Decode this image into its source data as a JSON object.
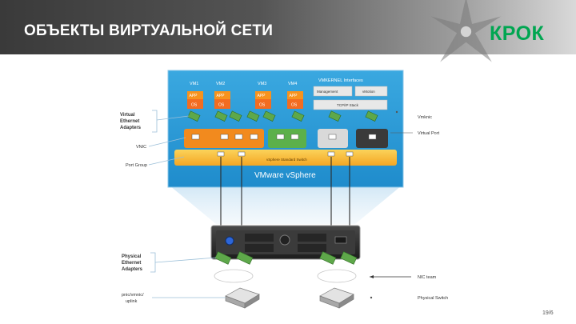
{
  "header": {
    "title": "ОБЪЕКТЫ ВИРТУАЛЬНОЙ СЕТИ",
    "logo_text": "КРОК"
  },
  "diagram": {
    "vm_labels": [
      "VM1",
      "VM2",
      "VM3",
      "VM4"
    ],
    "app_label": "APP",
    "os_label": "OS",
    "vmkernel_title": "VMKERNEL Interfaces",
    "management_label": "Management",
    "vmotion_label": "vMotion",
    "tcpip_label": "TCP/IP Stack",
    "vswitch_label": "vSphere Standard Switch",
    "vsphere_label": "VMware vSphere",
    "left_labels": {
      "virtual_ethernet": [
        "Virtual",
        "Ethernet",
        "Adapters"
      ],
      "vnic": "VNIC",
      "port_group": "Port Group",
      "physical_ethernet": [
        "Physical",
        "Ethernet",
        "Adapters"
      ],
      "pnic": [
        "pnic/vmnic/",
        "uplink"
      ]
    },
    "right_labels": {
      "vmknic": "Vmknic",
      "virtual_port": "Virtual Port",
      "nic_team": "NIC team",
      "physical_switch": "Physical Switch"
    }
  },
  "footer": {
    "page_number": "19/6"
  },
  "colors": {
    "vsphere_blue": "#2a9ad6",
    "portgroup_orange": "#f28a1e",
    "portgroup_green": "#5cb04a",
    "accent_green": "#00a651"
  }
}
